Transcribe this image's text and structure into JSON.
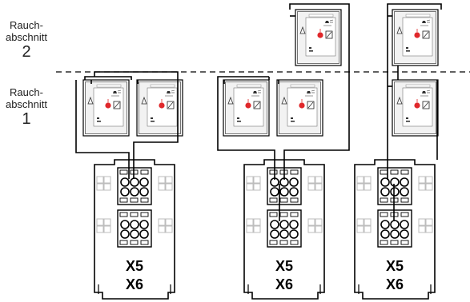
{
  "zones": [
    {
      "line1": "Rauch-",
      "line2": "abschnitt",
      "number": "2"
    },
    {
      "line1": "Rauch-",
      "line2": "abschnitt",
      "number": "1"
    }
  ],
  "terminals": {
    "upper": "X5",
    "lower": "X6"
  },
  "colors": {
    "line": "#000000",
    "button": "#e0282b",
    "grey": "#cfcfcf"
  },
  "icons": [
    "bell-icon",
    "fire-button-icon",
    "triangle-icon"
  ]
}
